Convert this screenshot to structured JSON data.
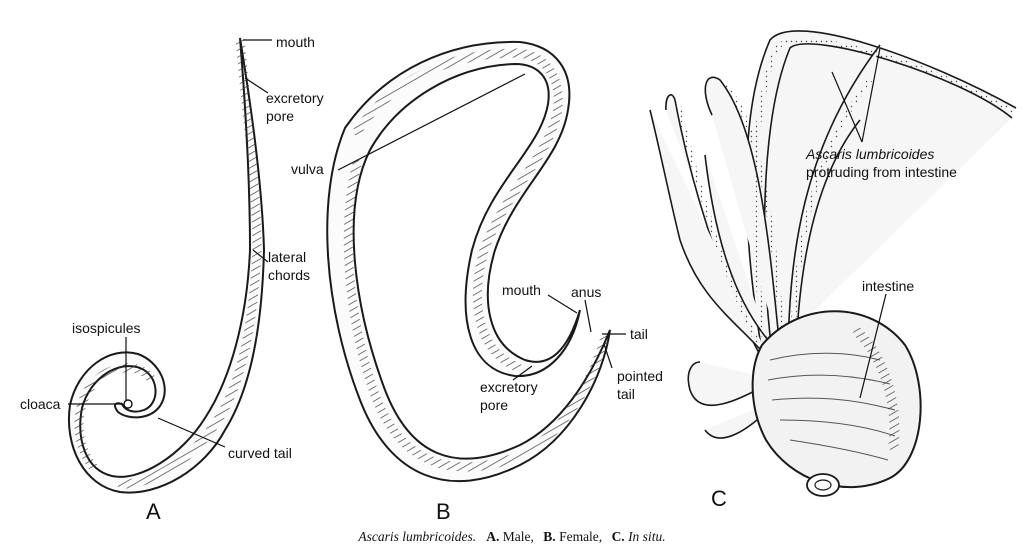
{
  "figure": {
    "panel_a": {
      "letter": "A",
      "labels": {
        "mouth": "mouth",
        "excretory_pore_1": "excretory",
        "excretory_pore_2": "pore",
        "lateral_chords_1": "lateral",
        "lateral_chords_2": "chords",
        "isospicules": "isospicules",
        "cloaca": "cloaca",
        "curved_tail": "curved tail"
      }
    },
    "panel_b": {
      "letter": "B",
      "labels": {
        "vulva": "vulva",
        "mouth": "mouth",
        "anus": "anus",
        "tail": "tail",
        "excretory_pore_1": "excretory",
        "excretory_pore_2": "pore",
        "pointed_tail_1": "pointed",
        "pointed_tail_2": "tail"
      }
    },
    "panel_c": {
      "letter": "C",
      "labels": {
        "species": "Ascaris lumbricoides",
        "protruding": "protruding from intestine",
        "intestine": "intestine"
      }
    },
    "caption": {
      "species": "Ascaris lumbricoides.",
      "a_letter": "A.",
      "a_text": "Male,",
      "b_letter": "B.",
      "b_text": "Female,",
      "c_letter": "C.",
      "c_text": "In situ."
    }
  }
}
